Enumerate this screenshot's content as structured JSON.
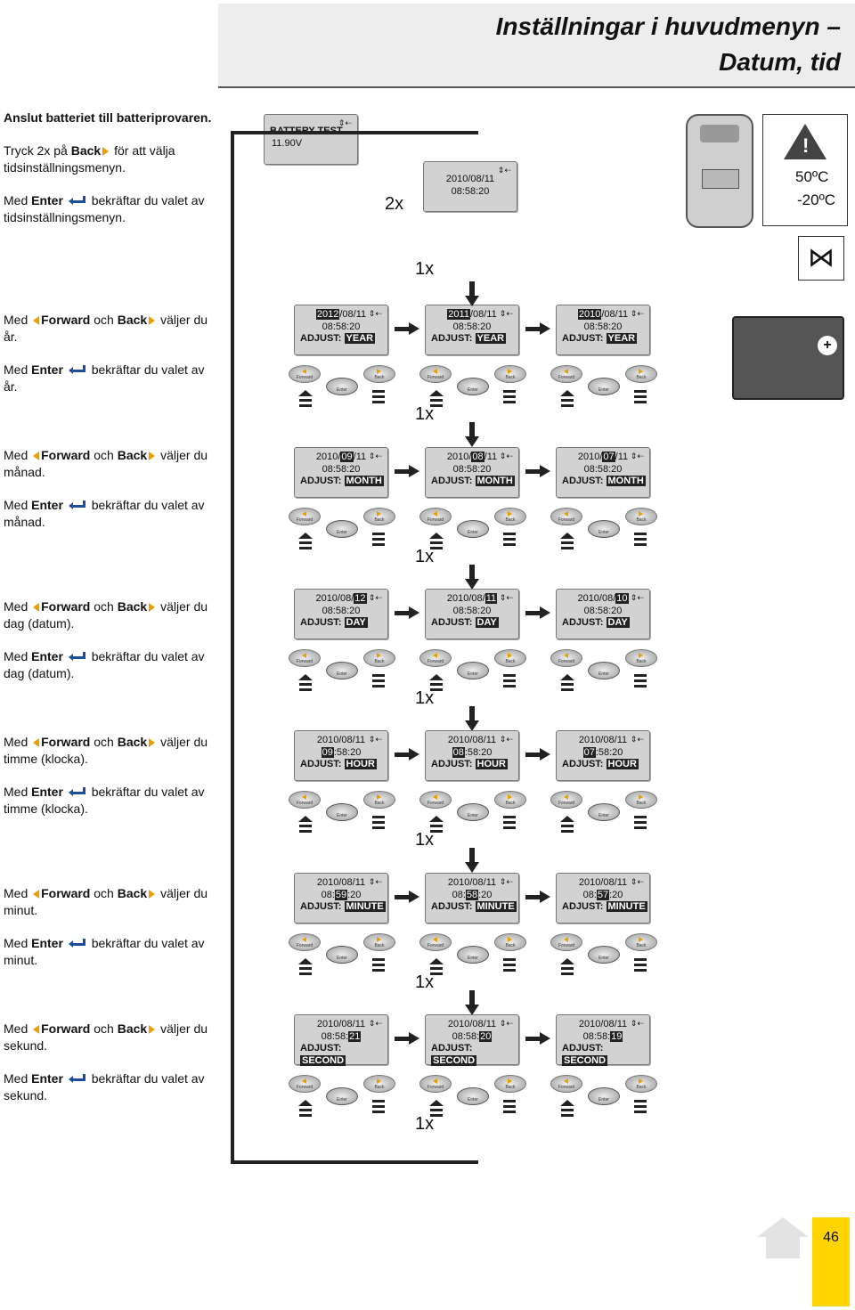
{
  "header": {
    "line1": "Inställningar i huvudmenyn –",
    "line2": "Datum, tid"
  },
  "intro": {
    "p1": "Anslut batteriet till batteriprovaren.",
    "p2a": "Tryck 2x på",
    "p2b": "Back",
    "p2c": "för att välja tidsinställningsmenyn.",
    "p3a": "Med",
    "p3b": "Enter",
    "p3c": "bekräftar du valet av tidsinställningsmenyn."
  },
  "sections": [
    {
      "sel": "du år.",
      "conf": "av år."
    },
    {
      "sel": "du månad.",
      "conf": "av månad."
    },
    {
      "sel": "du dag (datum).",
      "conf": "av dag (datum)."
    },
    {
      "sel": "du timme (klocka).",
      "conf": "av timme (klocka)."
    },
    {
      "sel": "du minut.",
      "conf": "av minut."
    },
    {
      "sel": "du sekund.",
      "conf": "av sekund."
    }
  ],
  "words": {
    "med": "Med",
    "forward": "Forward",
    "och": "och",
    "back": "Back",
    "valjer": "väljer",
    "enter": "Enter",
    "bekraftar": "bekräftar du valet",
    "adjust": "ADJUST:"
  },
  "top_screen": {
    "l1": "BATTERY TEST",
    "l2": "11.90V"
  },
  "top_screen2": {
    "l1": "2010/08/11",
    "l2": "08:58:20"
  },
  "press_2x": "2x",
  "press_1x": "1x",
  "buttons": {
    "forward": "Forward",
    "back": "Back",
    "enter": "Enter"
  },
  "temp": {
    "hi": "50ºC",
    "lo": "-20ºC"
  },
  "page_number": "46",
  "rows": [
    {
      "tag": "YEAR",
      "screens": [
        {
          "d": [
            "",
            "2012",
            "/08/11"
          ],
          "t": [
            "08:58:20",
            "",
            ""
          ]
        },
        {
          "d": [
            "",
            "2011",
            "/08/11"
          ],
          "t": [
            "08:58:20",
            "",
            ""
          ]
        },
        {
          "d": [
            "",
            "2010",
            "/08/11"
          ],
          "t": [
            "08:58:20",
            "",
            ""
          ]
        }
      ]
    },
    {
      "tag": "MONTH",
      "screens": [
        {
          "d": [
            "2010/",
            "09",
            "/11"
          ],
          "t": [
            "08:58:20",
            "",
            ""
          ]
        },
        {
          "d": [
            "2010/",
            "08",
            "/11"
          ],
          "t": [
            "08:58:20",
            "",
            ""
          ]
        },
        {
          "d": [
            "2010/",
            "07",
            "/11"
          ],
          "t": [
            "08:58:20",
            "",
            ""
          ]
        }
      ]
    },
    {
      "tag": "DAY",
      "screens": [
        {
          "d": [
            "2010/08/",
            "12",
            ""
          ],
          "t": [
            "08:58:20",
            "",
            ""
          ]
        },
        {
          "d": [
            "2010/08/",
            "11",
            ""
          ],
          "t": [
            "08:58:20",
            "",
            ""
          ]
        },
        {
          "d": [
            "2010/08/",
            "10",
            ""
          ],
          "t": [
            "08:58:20",
            "",
            ""
          ]
        }
      ]
    },
    {
      "tag": "HOUR",
      "screens": [
        {
          "d": [
            "2010/08/11",
            "",
            ""
          ],
          "t": [
            "",
            "09",
            ":58:20"
          ]
        },
        {
          "d": [
            "2010/08/11",
            "",
            ""
          ],
          "t": [
            "",
            "08",
            ":58:20"
          ]
        },
        {
          "d": [
            "2010/08/11",
            "",
            ""
          ],
          "t": [
            "",
            "07",
            ":58:20"
          ]
        }
      ]
    },
    {
      "tag": "MINUTE",
      "screens": [
        {
          "d": [
            "2010/08/11",
            "",
            ""
          ],
          "t": [
            "08:",
            "59",
            ":20"
          ]
        },
        {
          "d": [
            "2010/08/11",
            "",
            ""
          ],
          "t": [
            "08:",
            "58",
            ":20"
          ]
        },
        {
          "d": [
            "2010/08/11",
            "",
            ""
          ],
          "t": [
            "08:",
            "57",
            ":20"
          ]
        }
      ]
    },
    {
      "tag": "SECOND",
      "screens": [
        {
          "d": [
            "2010/08/11",
            "",
            ""
          ],
          "t": [
            "08:58:",
            "21",
            ""
          ]
        },
        {
          "d": [
            "2010/08/11",
            "",
            ""
          ],
          "t": [
            "08:58:",
            "20",
            ""
          ]
        },
        {
          "d": [
            "2010/08/11",
            "",
            ""
          ],
          "t": [
            "08:58:",
            "19",
            ""
          ]
        }
      ]
    }
  ]
}
